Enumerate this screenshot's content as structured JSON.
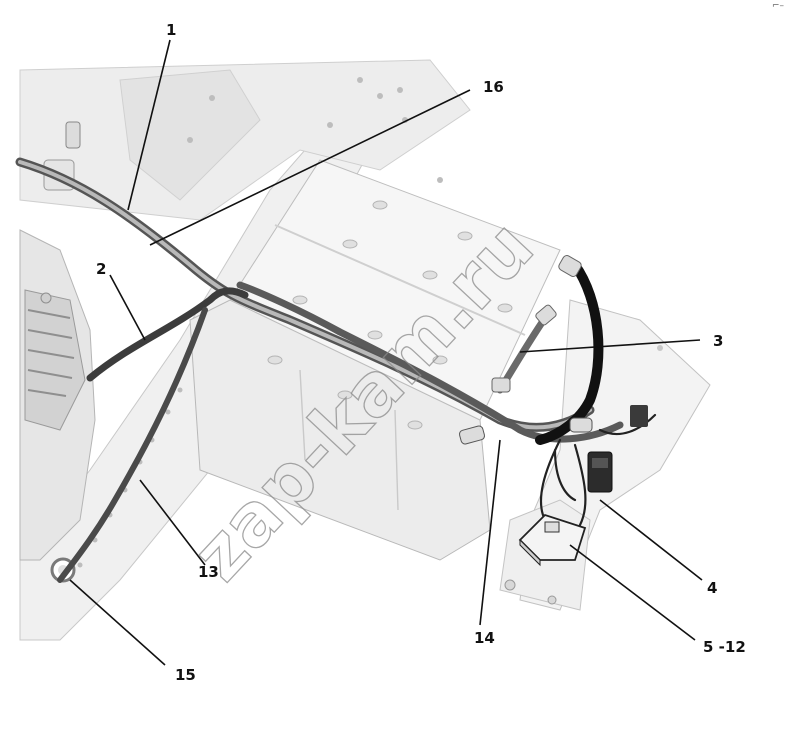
{
  "callouts": {
    "c1": "1",
    "c16": "16",
    "c2": "2",
    "c3": "3",
    "c4": "4",
    "c5_12": "5 -12",
    "c13": "13",
    "c14": "14",
    "c15": "15"
  },
  "watermark": "zap-kam.ru",
  "corner_mark": "⌐–"
}
